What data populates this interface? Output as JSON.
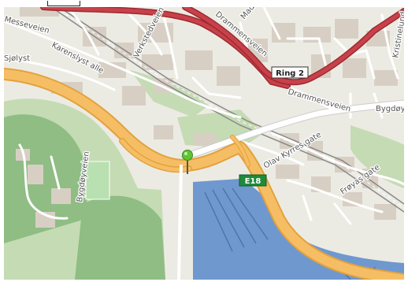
{
  "map": {
    "colors": {
      "background": "#ecebe3",
      "park": "#c5dbb4",
      "forest": "#8fbd84",
      "water": "#6f98cf",
      "building": "#d8cfc4",
      "road_minor": "#ffffff",
      "motorway": "#f6be64",
      "motorway_casing": "#e3a13d",
      "trunk_red": "#c8414a",
      "trunk_casing": "#9d2a31",
      "railway": "#888888"
    },
    "labels": {
      "messeveien": "Messeveien",
      "karenslyst_alle": "Karenslyst alle",
      "sjolyst": "Sjølyst",
      "verkstedveien": "Verkstedveien",
      "drammensveien_top": "Drammensveien",
      "drammensveien_mid": "Drammensveien",
      "mads": "Mads",
      "bygdoy_label_right": "Bygdøy",
      "bygdoyveien": "Bygdøyveien",
      "olav_kyrres_gate": "Olav Kyrres gate",
      "froyas_gate": "Frøyas gate",
      "kristinelund": "Kristinelund"
    },
    "shields": {
      "ring2": {
        "text": "Ring 2",
        "bg": "#ffffff",
        "fg": "#222222",
        "border": "#333333"
      },
      "e18": {
        "text": "E18",
        "bg": "#1f8a3a",
        "fg": "#ffffff",
        "border": "#0f5d22"
      }
    },
    "marker": {
      "color": "#5ec52f",
      "name": "location-pin"
    }
  }
}
